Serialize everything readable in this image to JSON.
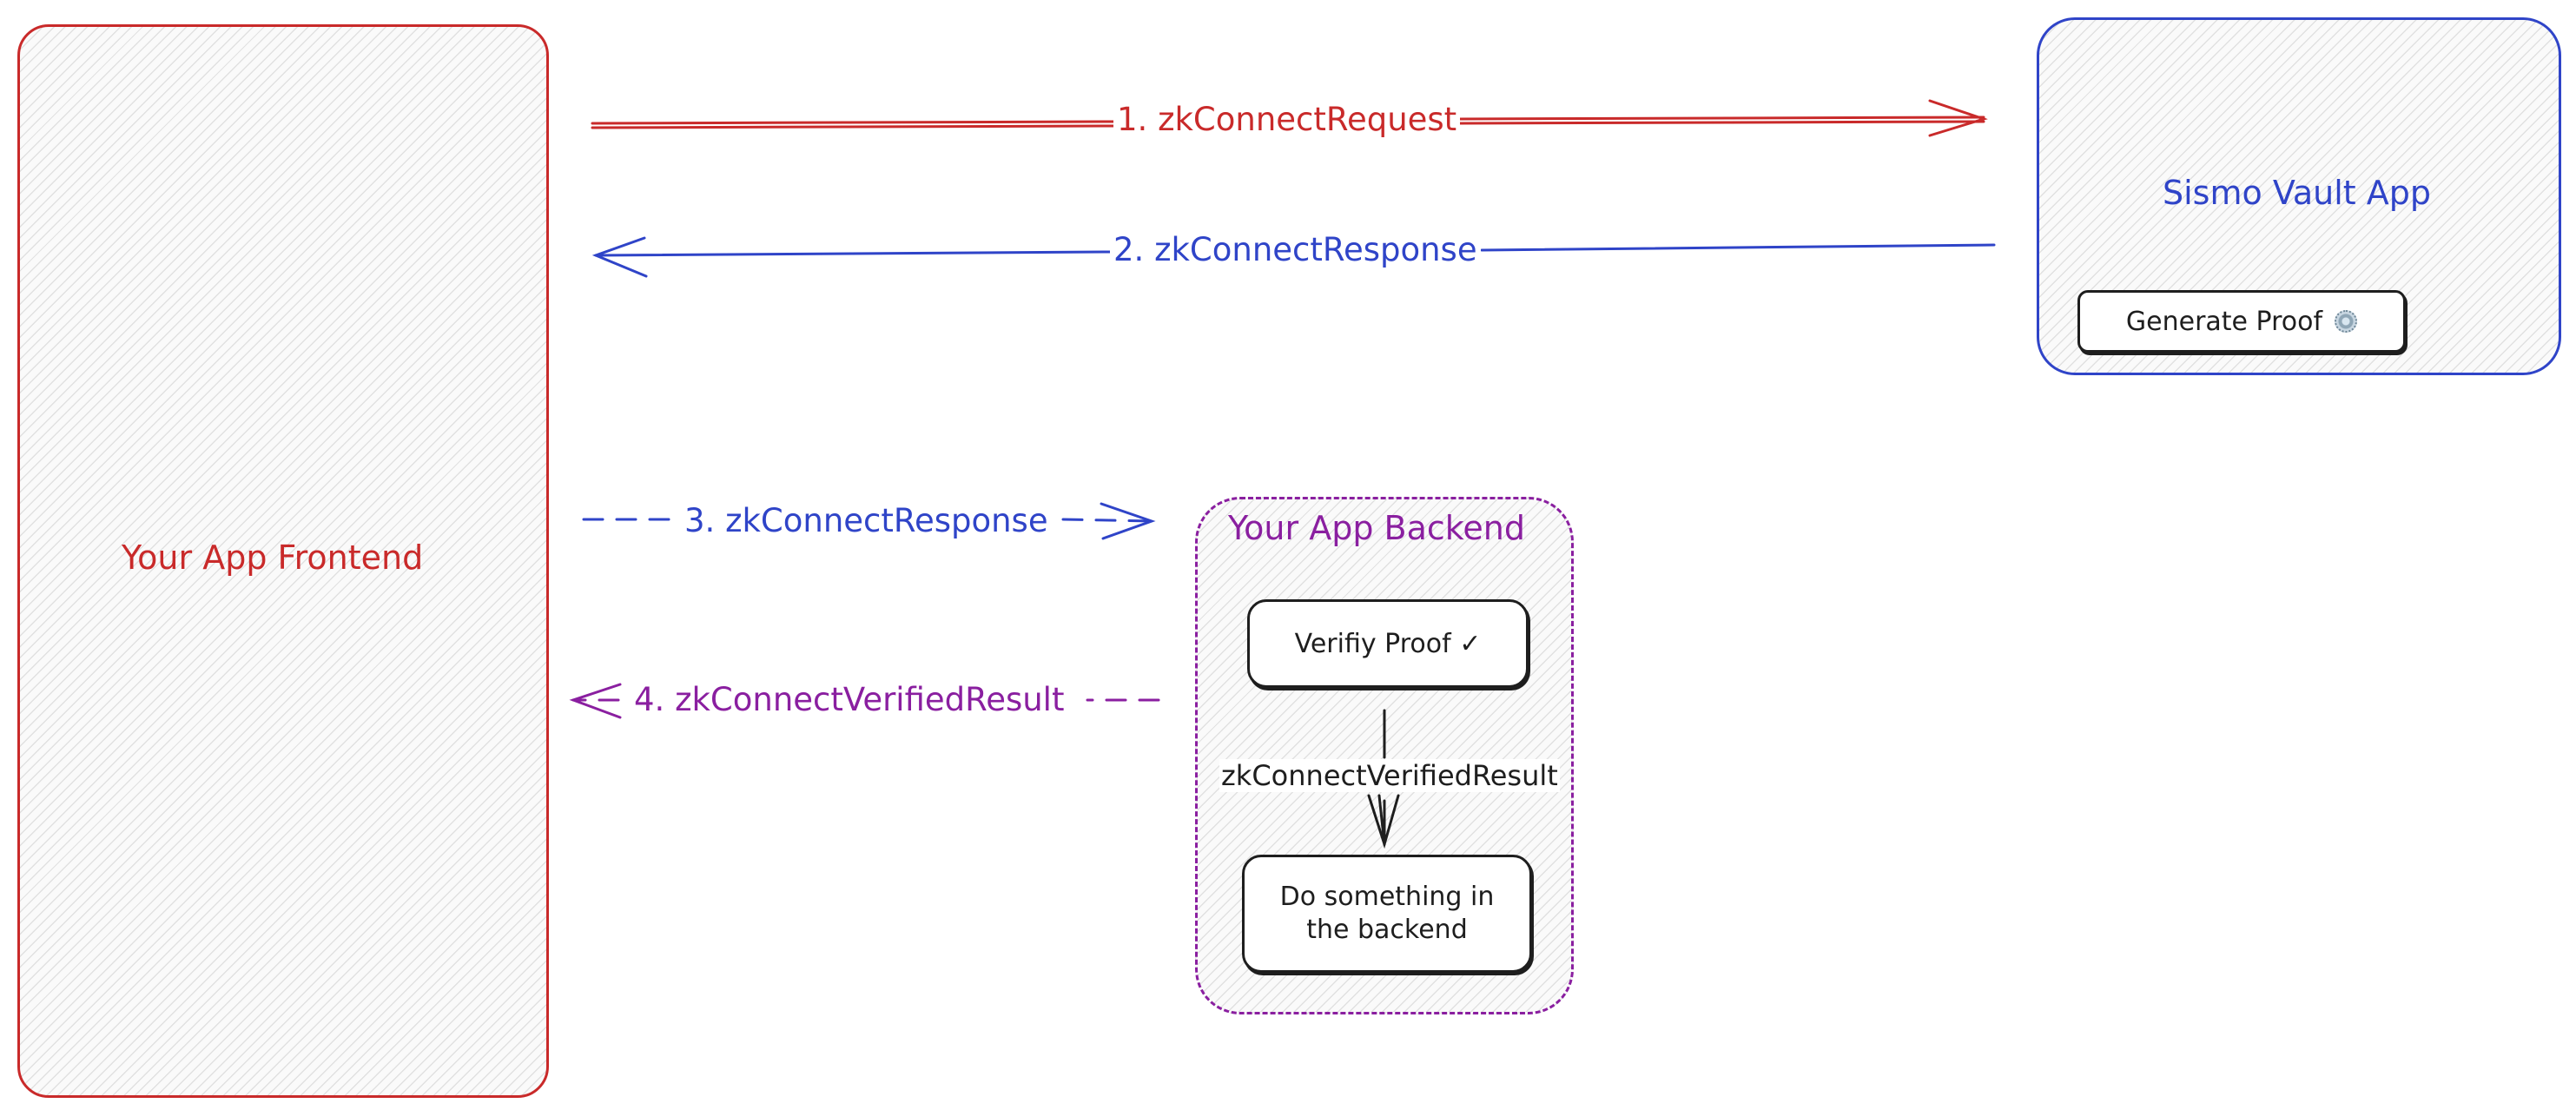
{
  "colors": {
    "frontend": "#c92a2a",
    "vault": "#2f44c8",
    "backend": "#8a1fa0",
    "ink": "#1e1e1e"
  },
  "frontend": {
    "title": "Your App Frontend"
  },
  "vault": {
    "title": "Sismo Vault App",
    "button_label": "Generate Proof",
    "button_icon": "gear-icon"
  },
  "backend": {
    "title": "Your App Backend",
    "verify_label": "Verifiy Proof ✓",
    "edge_label": "zkConnectVerifiedResult",
    "action_label": "Do something in the backend"
  },
  "arrows": {
    "step1": "1. zkConnectRequest",
    "step2": "2. zkConnectResponse",
    "step3": "3. zkConnectResponse",
    "step4": "4. zkConnectVerifiedResult"
  }
}
